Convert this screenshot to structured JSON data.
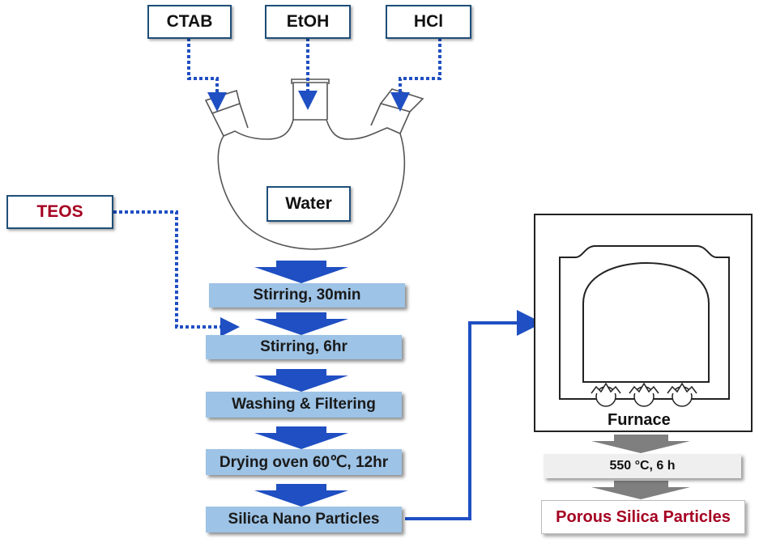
{
  "reagents": {
    "ctab": "CTAB",
    "etoh": "EtOH",
    "hcl": "HCl",
    "water": "Water",
    "teos": "TEOS"
  },
  "steps": [
    "Stirring, 30min",
    "Stirring, 6hr",
    "Washing & Filtering",
    "Drying oven 60℃, 12hr",
    "Silica Nano Particles"
  ],
  "furnace": {
    "label": "Furnace",
    "condition": "550 °C, 6 h"
  },
  "product": "Porous Silica Particles",
  "colors": {
    "arrow_blue": "#1f4fc2",
    "step_fill": "#9dc3e6",
    "highlight_red": "#a50021"
  }
}
